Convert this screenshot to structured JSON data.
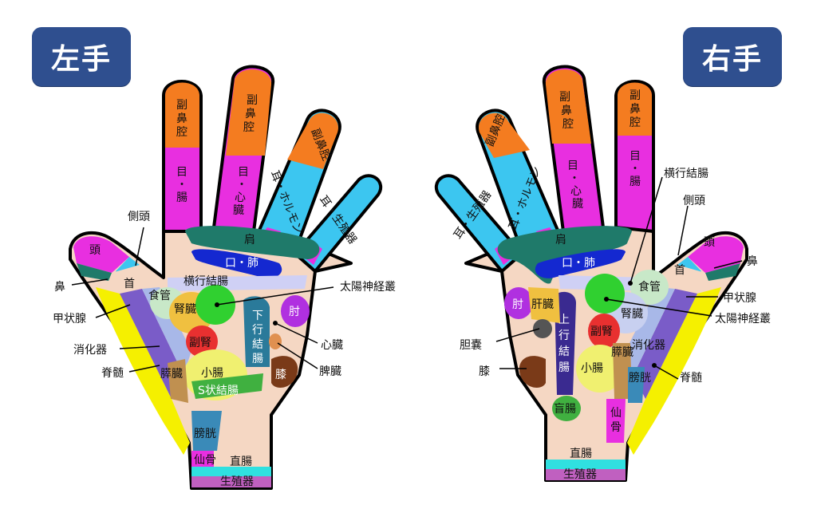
{
  "badges": {
    "left": "左手",
    "right": "右手"
  },
  "colors": {
    "skin": "#f5d7c3",
    "sinus": "#f47c20",
    "eye": "#e82fe0",
    "ear": "#3cc6f0",
    "shoulder": "#1f7a6a",
    "mouth_lung": "#1428d0",
    "badge": "#2f4f8f"
  },
  "left": {
    "fingers": {
      "index": [
        "副",
        "鼻",
        "腔",
        "目",
        "・",
        "腸"
      ],
      "middle": [
        "副",
        "鼻",
        "腔",
        "目",
        "・",
        "心",
        "臓"
      ],
      "ring_sinus": "副鼻腔",
      "ring_ear": "耳・ホルモン",
      "little_ear": "耳・生殖器"
    },
    "zones": {
      "shoulder": "肩",
      "mouth_lung": "口・肺",
      "head": "頭",
      "neck": "首",
      "esophagus": "食管",
      "kidney": "腎臓",
      "adrenal": "副腎",
      "small_intestine": "小腸",
      "pancreas": "膵臓",
      "bladder": "膀胱",
      "sacrum": "仙骨",
      "rectum": "直腸",
      "genitals": "生殖器",
      "elbow": "肘",
      "knee": "膝",
      "descending_colon": [
        "下",
        "行",
        "結",
        "腸"
      ],
      "sigmoid_colon": "S状結腸"
    },
    "callouts": {
      "temple": "側頭",
      "nose": "鼻",
      "thyroid": "甲状腺",
      "digestive": "消化器",
      "spine": "脊髄",
      "transverse_colon": "横行結腸",
      "solar_plexus": "太陽神経叢",
      "heart": "心臓",
      "spleen": "脾臓"
    }
  },
  "right": {
    "fingers": {
      "little_ear": "耳・生殖器",
      "ring_sinus": "副鼻腔",
      "ring_ear": "耳・ホルモン",
      "middle": [
        "副",
        "鼻",
        "腔",
        "目",
        "・",
        "心",
        "臓"
      ],
      "index": [
        "副",
        "鼻",
        "腔",
        "目",
        "・",
        "腸"
      ]
    },
    "zones": {
      "shoulder": "肩",
      "mouth_lung": "口・肺",
      "head": "頭",
      "neck": "首",
      "esophagus": "食管",
      "kidney": "腎臓",
      "adrenal": "副腎",
      "small_intestine": "小腸",
      "pancreas": "膵臓",
      "bladder": "膀胱",
      "sacrum": [
        "仙",
        "骨"
      ],
      "rectum_lower": "直腸",
      "genitals": "生殖器",
      "elbow": "肘",
      "liver": "肝臓",
      "cecum": "盲腸",
      "ascending_colon": [
        "上",
        "行",
        "結",
        "腸"
      ]
    },
    "callouts": {
      "transverse_colon": "横行結腸",
      "temple": "側頭",
      "nose": "鼻",
      "thyroid": "甲状腺",
      "solar_plexus": "太陽神経叢",
      "digestive": "消化器",
      "spine": "脊髄",
      "gallbladder": "胆嚢",
      "knee": "膝"
    }
  }
}
